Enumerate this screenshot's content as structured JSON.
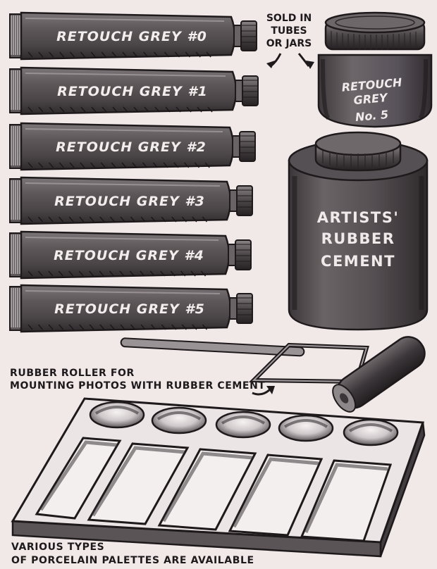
{
  "tubes": [
    {
      "label": "RETOUCH GREY #0"
    },
    {
      "label": "RETOUCH GREY #1"
    },
    {
      "label": "RETOUCH GREY #2"
    },
    {
      "label": "RETOUCH GREY #3"
    },
    {
      "label": "RETOUCH GREY #4"
    },
    {
      "label": "RETOUCH GREY #5"
    }
  ],
  "sold_note": {
    "lines": [
      "SOLD IN",
      "TUBES",
      "OR JARS"
    ]
  },
  "jar": {
    "lines": [
      "RETOUCH",
      "GREY",
      "No. 5"
    ]
  },
  "can": {
    "lines": [
      "ARTISTS'",
      "RUBBER",
      "CEMENT"
    ]
  },
  "roller_caption": {
    "lines": [
      "RUBBER ROLLER FOR",
      "MOUNTING PHOTOS WITH RUBBER CEMENT"
    ]
  },
  "palette_caption": {
    "lines": [
      "VARIOUS TYPES",
      "OF PORCELAIN PALETTES ARE AVAILABLE"
    ]
  },
  "colors": {
    "background": "#f1e8e8",
    "ink": "#1e1a1c",
    "body_grey": "#5b5558",
    "label_white": "#f3eeee"
  }
}
